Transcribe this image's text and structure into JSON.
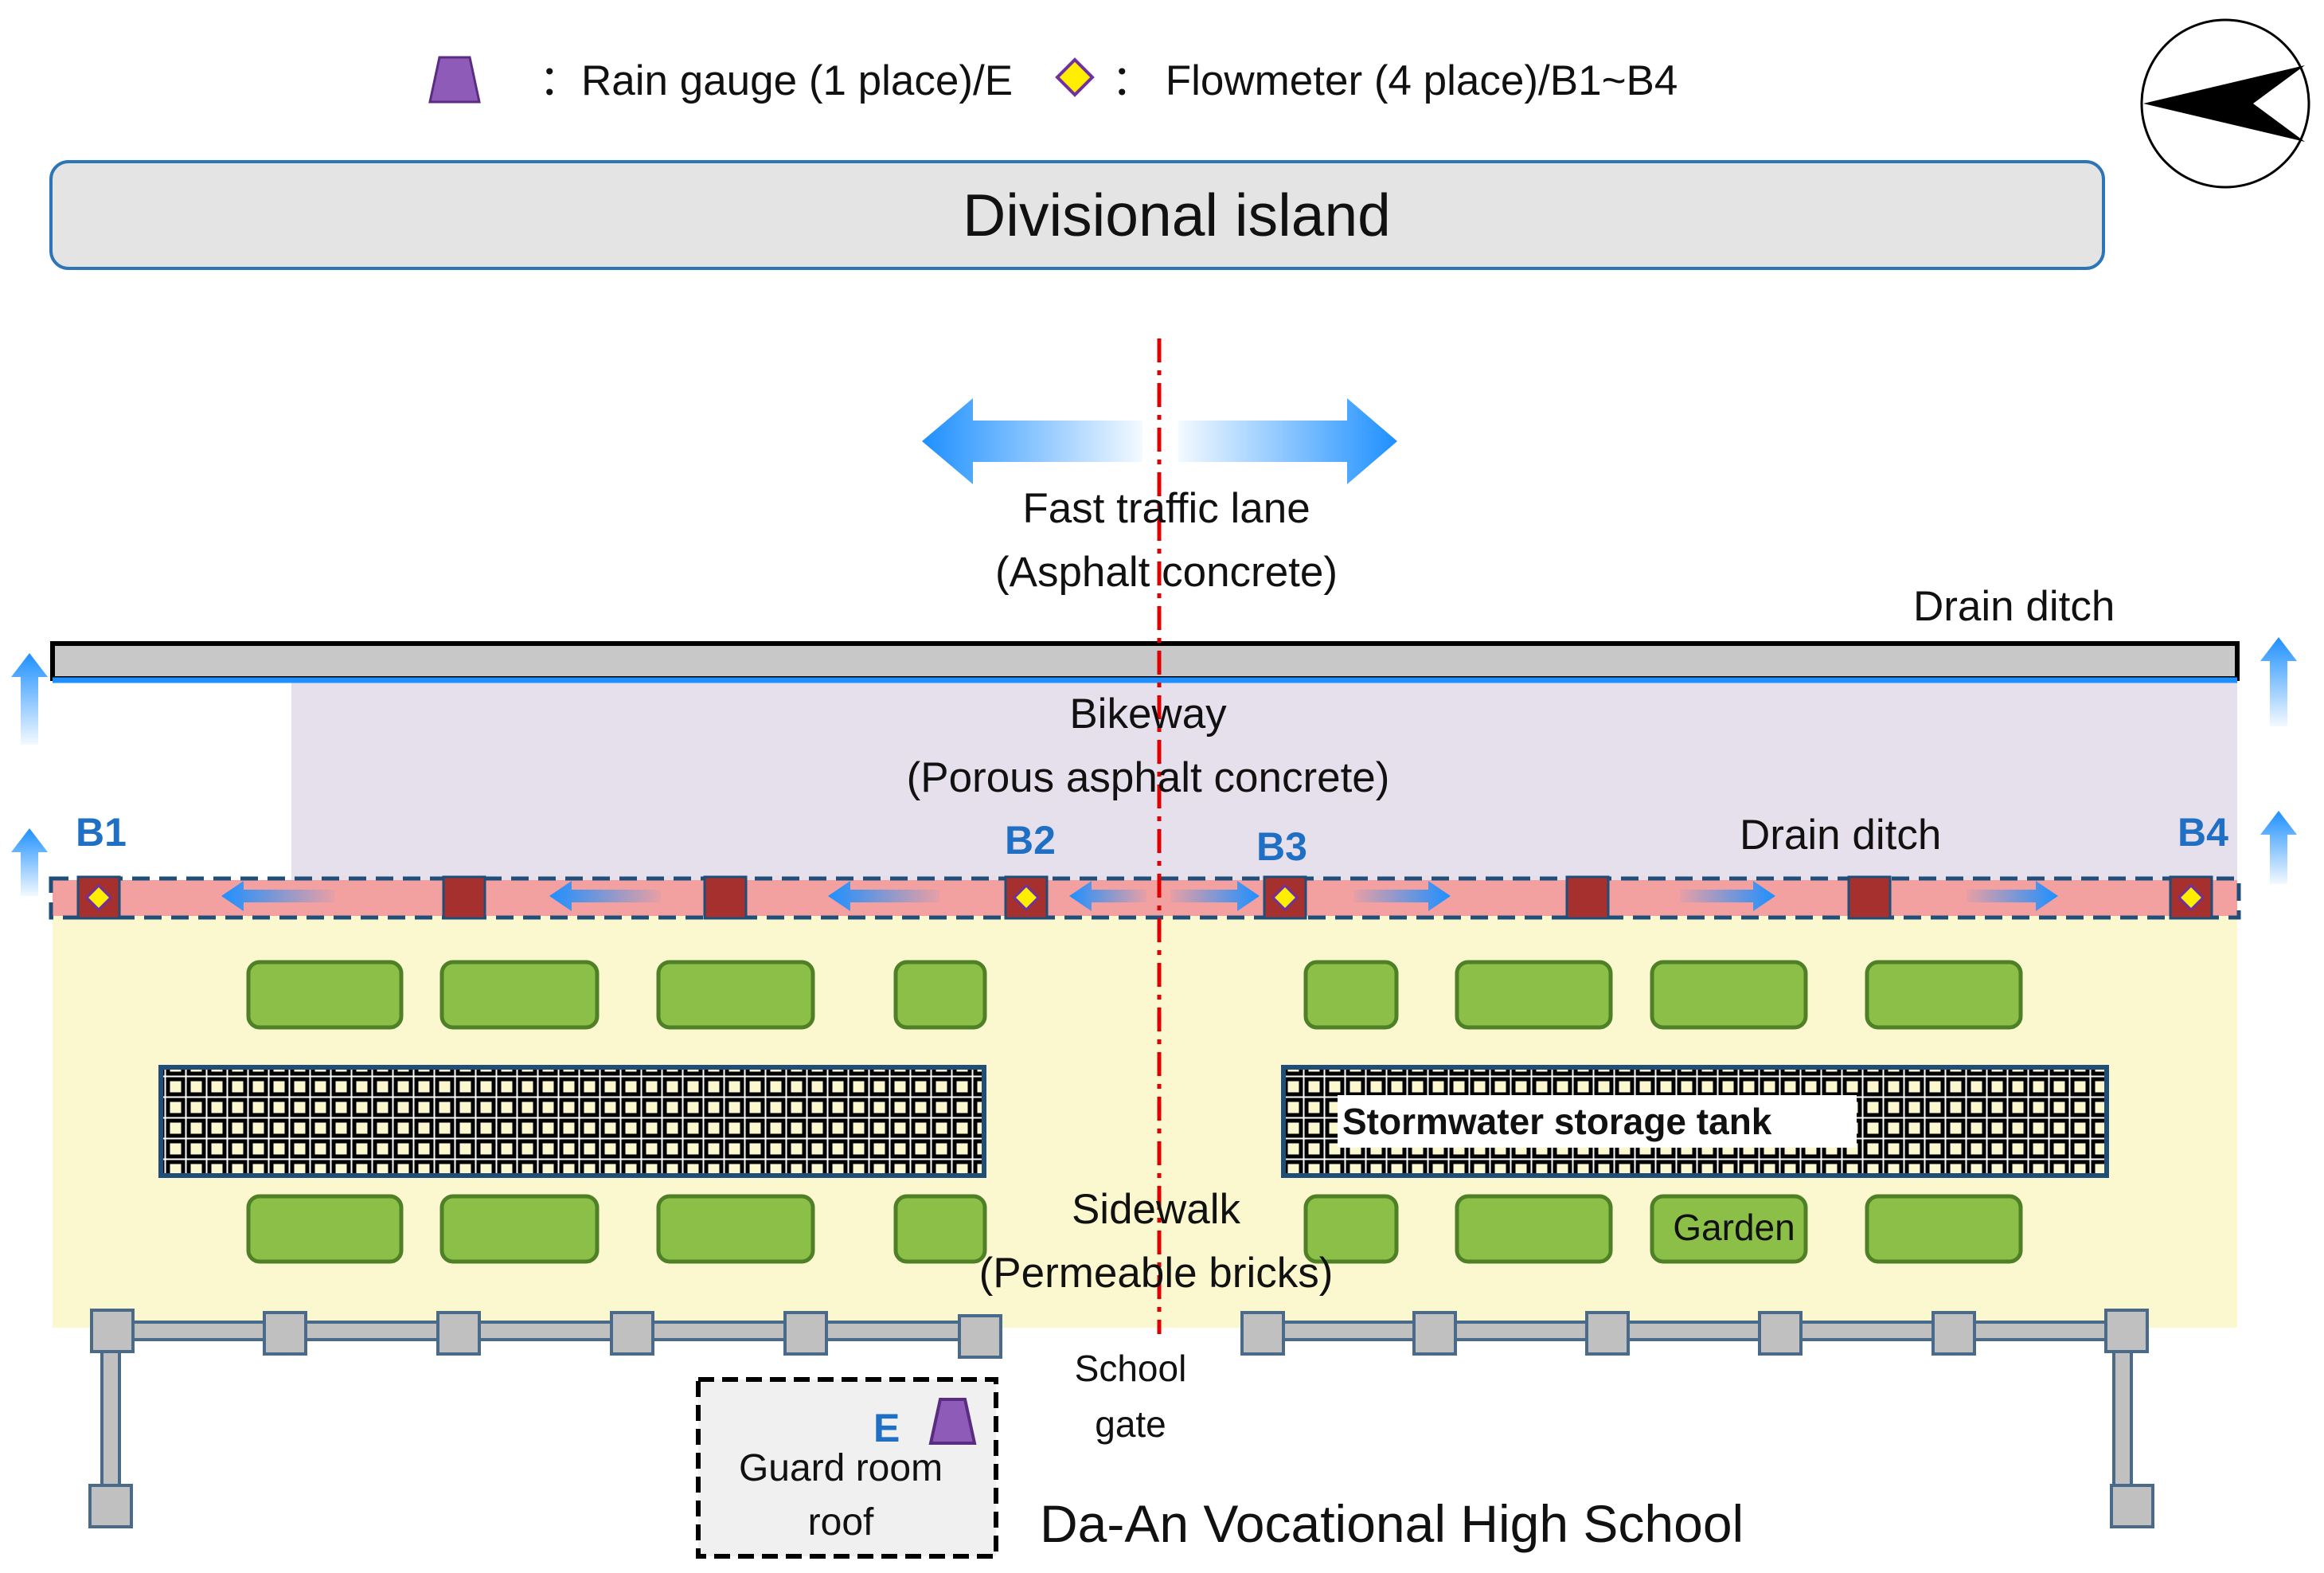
{
  "legend": {
    "rain_gauge_label": "：Rain gauge (1 place)/E",
    "flowmeter_label": "：  Flowmeter (4 place)/B1~B4",
    "rain_gauge_icon": "trapezoid-icon",
    "flowmeter_icon": "diamond-icon"
  },
  "divisional_island": "Divisional island",
  "fast_lane": {
    "line1": "Fast traffic lane",
    "line2": "(Asphalt concrete)"
  },
  "drain_ditch_top": "Drain ditch",
  "bikeway": {
    "line1": "Bikeway",
    "line2": "(Porous asphalt concrete)"
  },
  "drain_ditch_bottom": "Drain ditch",
  "flowmeters": [
    "B1",
    "B2",
    "B3",
    "B4"
  ],
  "storage_tank": "Stormwater storage tank",
  "garden": "Garden",
  "sidewalk": {
    "line1": "Sidewalk",
    "line2": "(Permeable bricks)"
  },
  "school_gate": {
    "line1": "School",
    "line2": "gate"
  },
  "rain_gauge_id": "E",
  "guard_room": {
    "line1": "Guard room",
    "line2": "roof"
  },
  "school_name": "Da-An Vocational High School",
  "colors": {
    "bikeway": "#e6e0ec",
    "sidewalk": "#fbf8d0",
    "ditch_strip": "#f2a0a0",
    "inlet": "#a6302e",
    "garden": "#8cbf47",
    "arrow": "#1e90ff",
    "centerline": "#e00000",
    "gauge": "#8e5cb8",
    "flowmeter": "#ffee00"
  }
}
